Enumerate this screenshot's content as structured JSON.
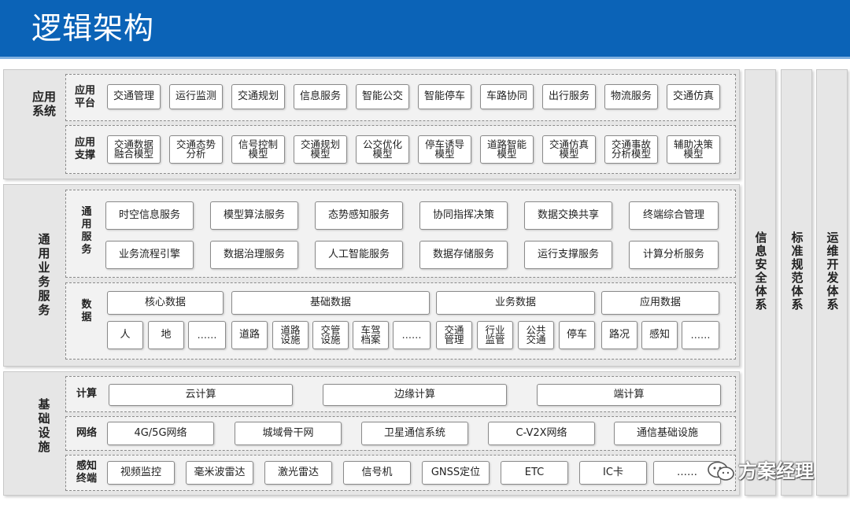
{
  "title": "逻辑架构",
  "app": {
    "label": "应用\n系统",
    "platform_label": "应用\n平台",
    "platform_items": [
      "交通管理",
      "运行监测",
      "交通规划",
      "信息服务",
      "智能公交",
      "智能停车",
      "车路协同",
      "出行服务",
      "物流服务",
      "交通仿真"
    ],
    "support_label": "应用\n支撑",
    "support_items": [
      "交通数据\n融合模型",
      "交通态势\n分析",
      "信号控制\n模型",
      "交通规划\n模型",
      "公交优化\n模型",
      "停车诱导\n模型",
      "道路智能\n模型",
      "交通仿真\n模型",
      "交通事故\n分析模型",
      "辅助决策\n模型"
    ]
  },
  "biz": {
    "label": "通\n用\n业\n务\n服\n务",
    "common_label": "通\n用\n服\n务",
    "common_items": [
      "时空信息服务",
      "模型算法服务",
      "态势感知服务",
      "协同指挥决策",
      "数据交换共享",
      "终端综合管理",
      "业务流程引擎",
      "数据治理服务",
      "人工智能服务",
      "数据存储服务",
      "运行支撑服务",
      "计算分析服务"
    ],
    "data_label": "数\n据",
    "data_categories": [
      "核心数据",
      "基础数据",
      "业务数据",
      "应用数据"
    ],
    "data_items": [
      "人",
      "地",
      "……",
      "道路",
      "道路\n设施",
      "交管\n设施",
      "车驾\n档案",
      "……",
      "交通\n管理",
      "行业\n监管",
      "公共\n交通",
      "停车",
      "路况",
      "感知",
      "……"
    ]
  },
  "infra": {
    "label": "基\n础\n设\n施",
    "compute_label": "计算",
    "compute_items": [
      "云计算",
      "边缘计算",
      "端计算"
    ],
    "network_label": "网络",
    "network_items": [
      "4G/5G网络",
      "城域骨干网",
      "卫星通信系统",
      "C-V2X网络",
      "通信基础设施"
    ],
    "sensing_label": "感知\n终端",
    "sensing_items": [
      "视频监控",
      "毫米波雷达",
      "激光雷达",
      "信号机",
      "GNSS定位",
      "ETC",
      "IC卡",
      "……"
    ]
  },
  "side_columns": [
    "信\n息\n安\n全\n体\n系",
    "标\n准\n规\n范\n体\n系",
    "运\n维\n开\n发\n体\n系"
  ],
  "watermark": {
    "text": "方案经理",
    "icon": "wechat-icon"
  },
  "colors": {
    "title_bar": "#0b63b7",
    "panel": "#e6e6e6",
    "box": "#ffffff"
  }
}
